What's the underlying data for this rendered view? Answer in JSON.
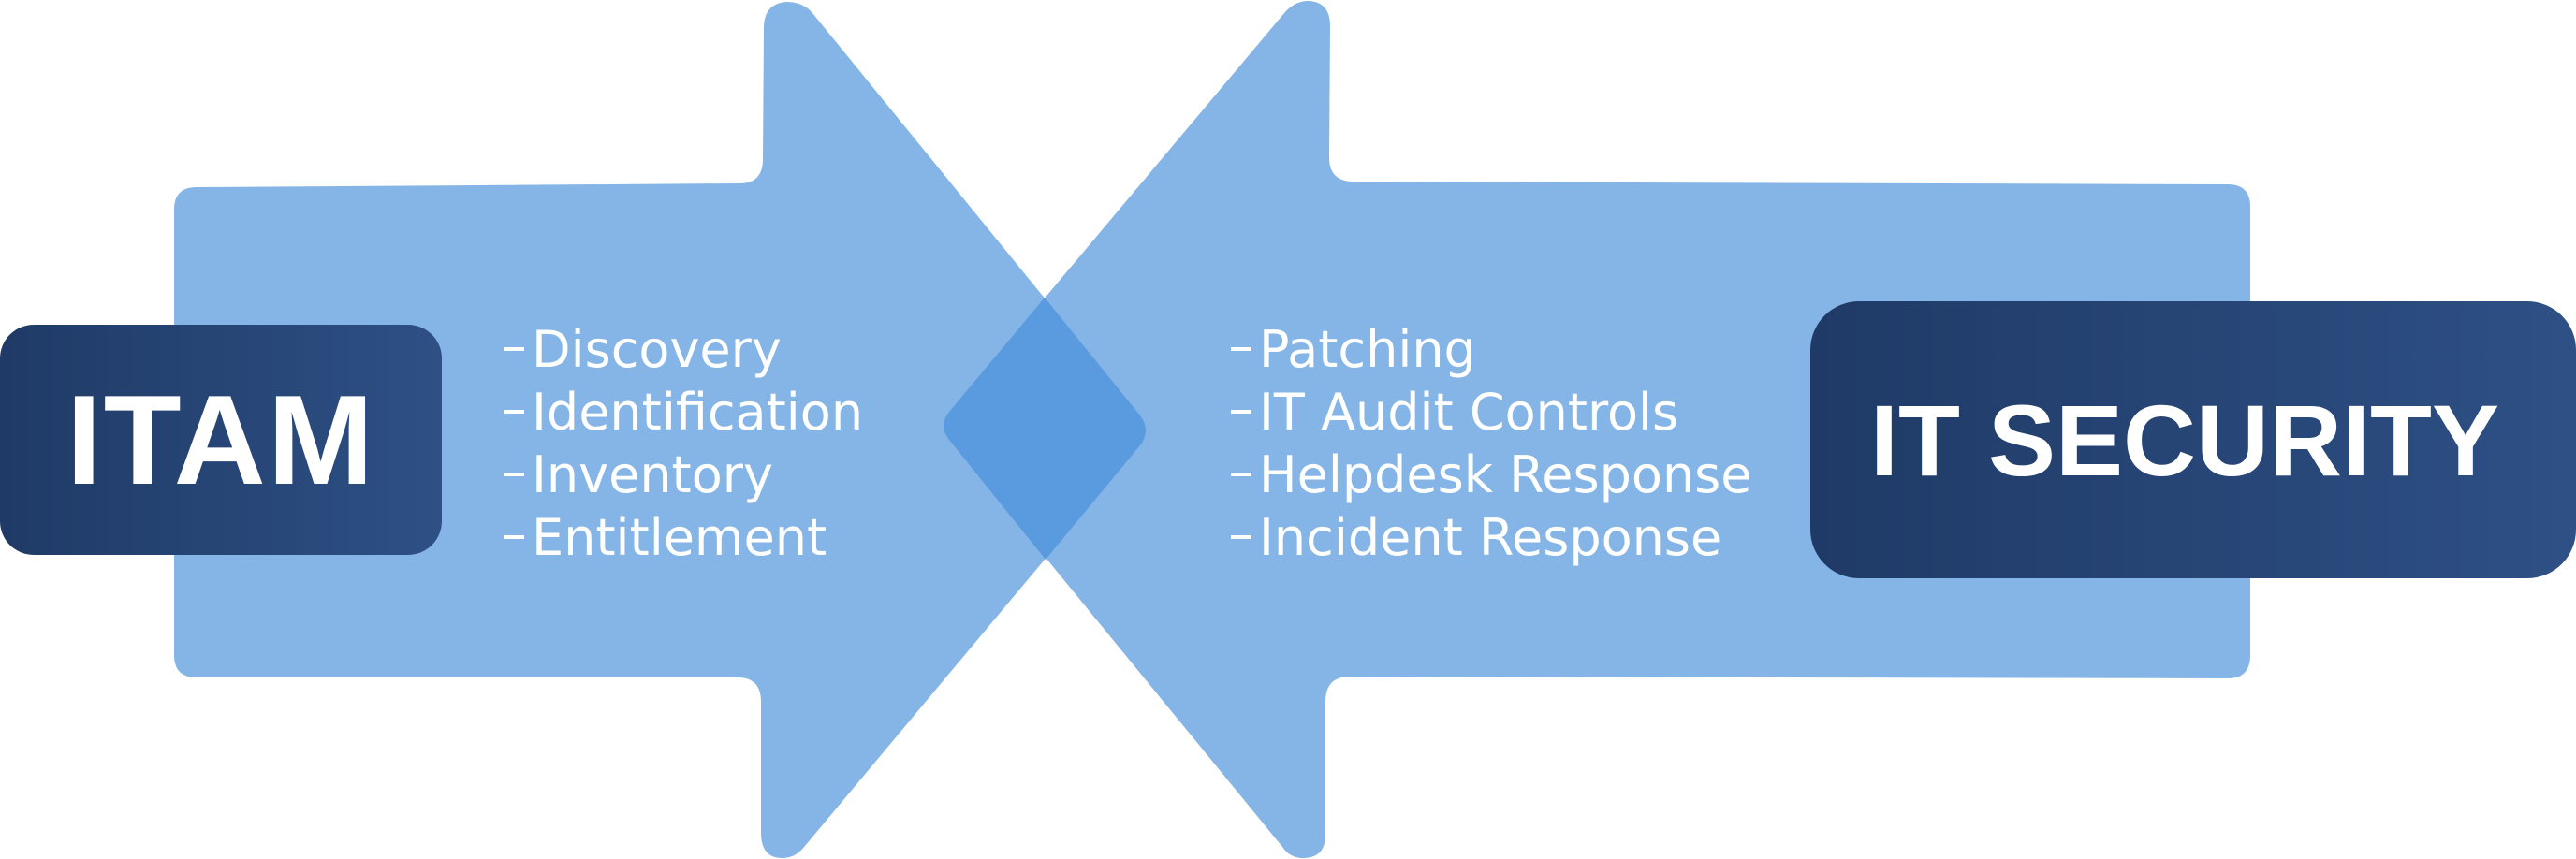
{
  "diagram": {
    "colors": {
      "arrow_fill": "#85b5e6",
      "overlap_fill": "#5a9be0",
      "box_gradient_start": "#1f3a66",
      "box_gradient_end": "#2e5085",
      "text": "#ffffff"
    },
    "left": {
      "title": "ITAM",
      "items": [
        {
          "label": "Discovery"
        },
        {
          "label": "Identification"
        },
        {
          "label": "Inventory"
        },
        {
          "label": "Entitlement"
        }
      ]
    },
    "right": {
      "title": "IT SECURITY",
      "items": [
        {
          "label": "Patching"
        },
        {
          "label": "IT Audit Controls"
        },
        {
          "label": "Helpdesk Response"
        },
        {
          "label": "Incident Response"
        }
      ]
    }
  }
}
